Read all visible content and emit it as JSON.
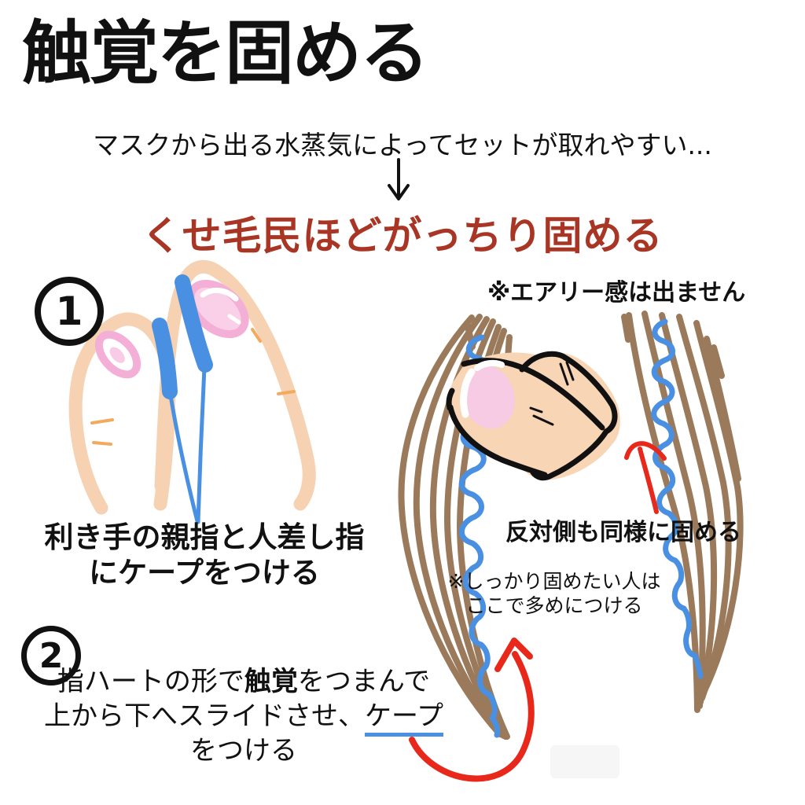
{
  "title": "触覚を固める",
  "subtitle": "マスクから出る水蒸気によってセットが取れやすい...",
  "heading": {
    "text": "くせ毛民ほどがっちり固める"
  },
  "notes": {
    "airy": "※エアリー感は出ません",
    "opposite": "反対側も同様に固める",
    "firm_line1": "※しっかり固めたい人は",
    "firm_line2": "ここで多めにつける"
  },
  "steps": [
    {
      "number": "1",
      "line1": "利き手の親指と人差し指",
      "line2": "にケープをつける"
    },
    {
      "number": "2",
      "line1_pre": "指ハートの形で",
      "line1_bold": "触覚",
      "line1_post": "をつまんで",
      "line2_pre": "上から下へスライドさせ、",
      "line2_underline": "ケープ",
      "line3": "をつける"
    }
  ],
  "icons": {
    "flow_arrow": "down-arrow",
    "slide_arrow": "curved-up-arrow",
    "opposite_arrow": "small-up-arrow"
  },
  "colors": {
    "heading_red": "#A93524",
    "arrow_red": "#E8281A",
    "cape_blue": "#4A90E2",
    "hair_brown": "#9A7A5B",
    "skin": "#F8D5B5",
    "outline_peach": "#F6D2B2",
    "nail_pink": "#F6CBE3",
    "dash_orange": "#F2AB5E",
    "ink": "#111111"
  }
}
